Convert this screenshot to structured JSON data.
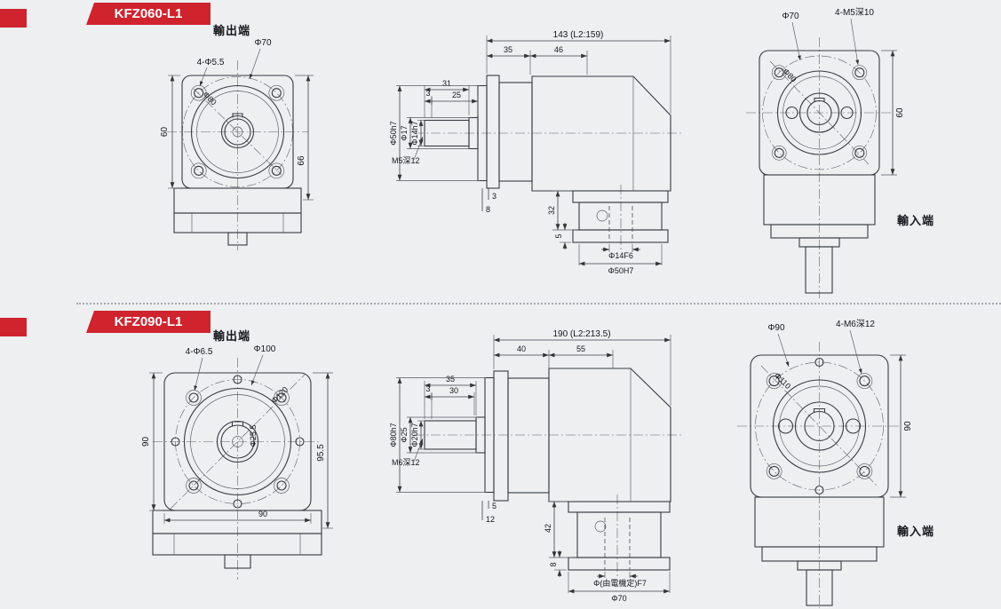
{
  "page": {
    "background": "#edeff1",
    "accent": "#cf232e"
  },
  "sections": [
    {
      "badge": "KFZ060-L1",
      "output_label": "輸出端",
      "input_label": "輸入端",
      "front": {
        "holes": "4-Φ5.5",
        "bolt_circle": "Φ70",
        "diagonal": "Φ80",
        "height": "60",
        "total_height": "66"
      },
      "side": {
        "length_total": "143 (L2:159)",
        "len_a": "35",
        "len_b": "46",
        "shaft_len": "31",
        "shaft_step": "3",
        "key_len": "25",
        "dia_pilot": "Φ50h7",
        "dia_mid": "Φ17",
        "dia_shaft": "Φ14h7",
        "tap": "M5深12",
        "off_a": "3",
        "off_b": "8",
        "in_depth": "32",
        "in_lip": "5",
        "in_bore": "Φ14F6",
        "in_pilot": "Φ50H7"
      },
      "rear": {
        "taps": "4-M5深10",
        "bolt_circle": "Φ70",
        "diagonal": "Φ80",
        "height": "60"
      }
    },
    {
      "badge": "KFZ090-L1",
      "output_label": "輸出端",
      "input_label": "輸入端",
      "front": {
        "holes": "4-Φ6.5",
        "bolt_circle": "Φ100",
        "diagonal": "Φ120",
        "center": "Φ25.5",
        "height": "90",
        "total_height": "95.5",
        "width": "90"
      },
      "side": {
        "length_total": "190 (L2:213.5)",
        "len_a": "40",
        "len_b": "55",
        "shaft_len": "35",
        "shaft_step": "3",
        "key_len": "30",
        "dia_pilot": "Φ80h7",
        "dia_mid": "Φ25",
        "dia_shaft": "Φ20h7",
        "tap": "M6深12",
        "off_a": "5",
        "off_b": "12",
        "in_depth": "42",
        "in_lip": "8",
        "in_bore": "Φ(由電機定)F7",
        "in_pilot": "Φ70"
      },
      "rear": {
        "taps": "4-M6深12",
        "bolt_circle": "Φ90",
        "diagonal": "Φ110",
        "height": "90"
      }
    }
  ]
}
